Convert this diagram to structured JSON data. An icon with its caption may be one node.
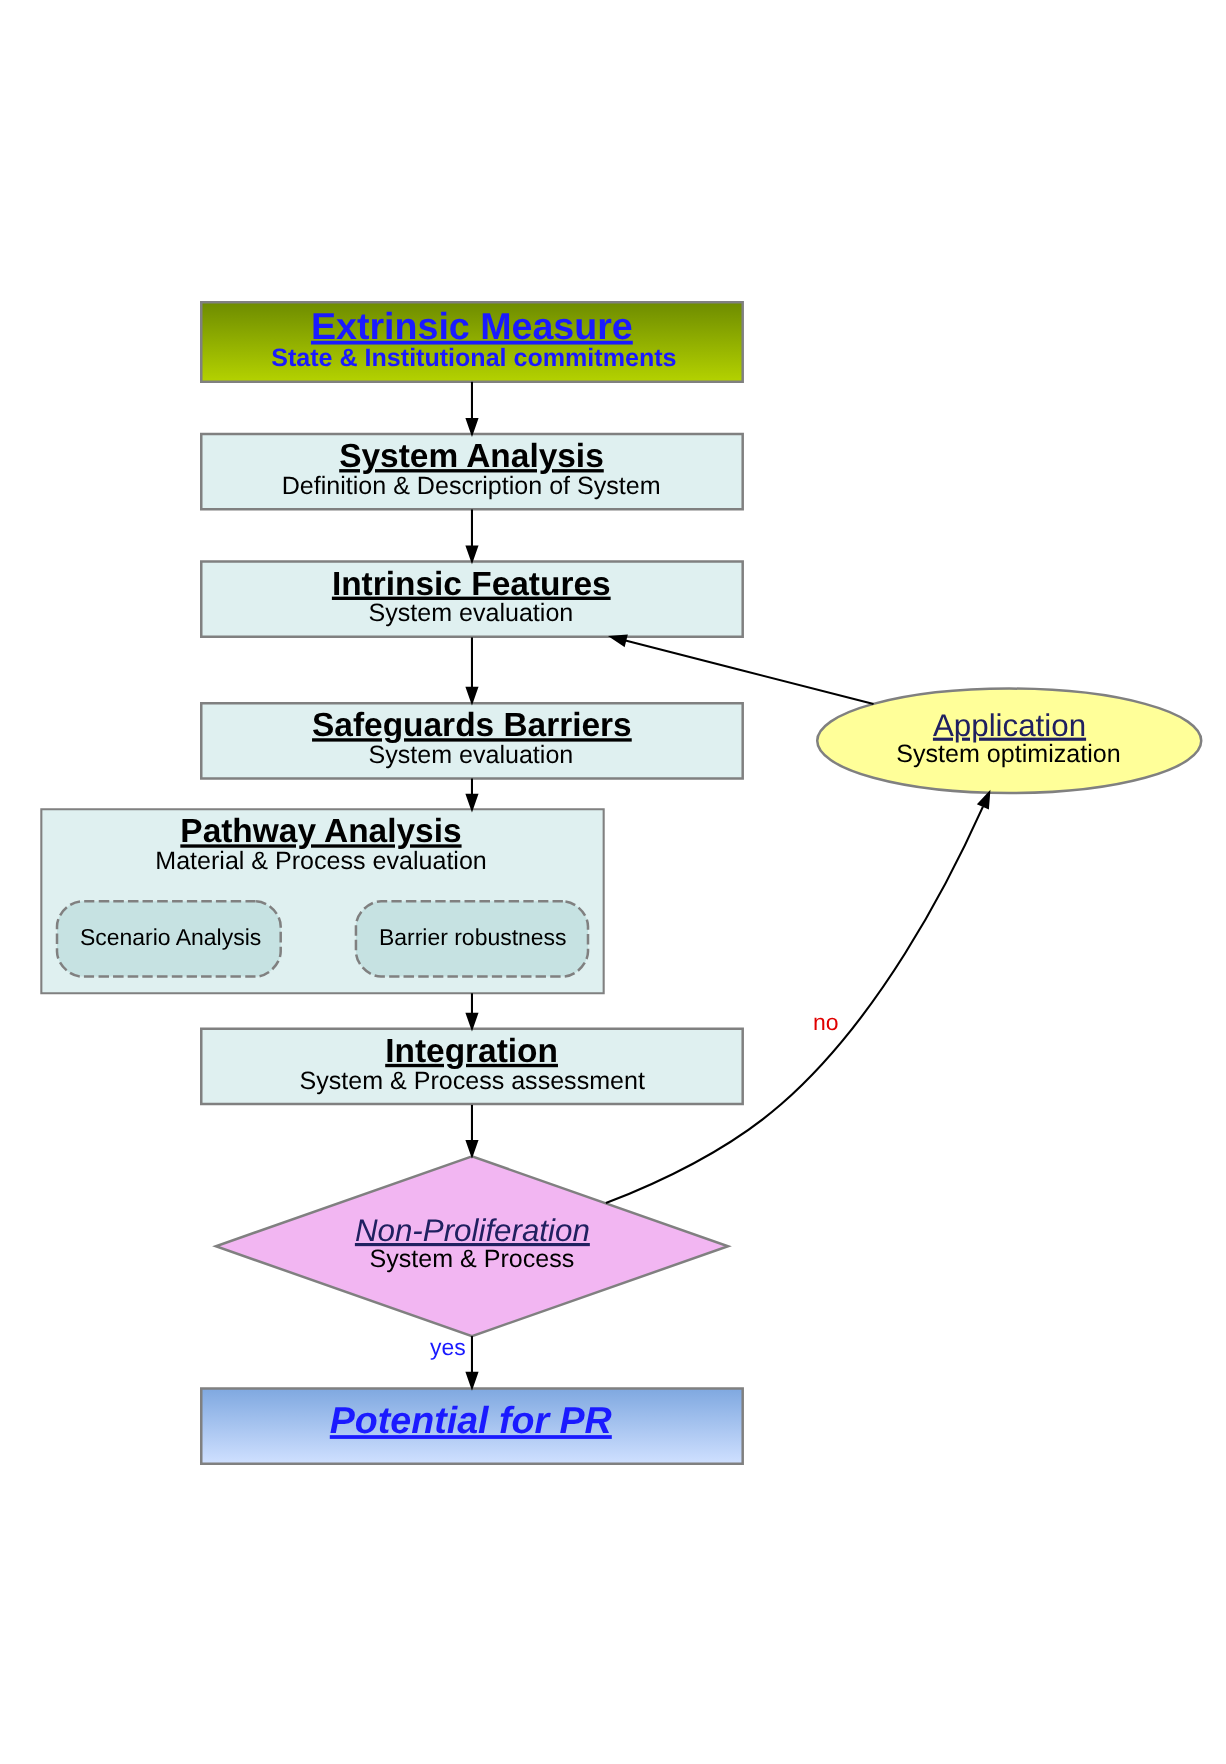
{
  "diagram": {
    "nodes": [
      {
        "text": [
          "Extrinsic Measure",
          "State & Institutional commitments"
        ]
      },
      {
        "text": [
          "System Analysis",
          "Definition & Description of System"
        ]
      },
      {
        "text": [
          "Intrinsic Features",
          "System evaluation"
        ]
      },
      {
        "text": [
          "Safeguards Barriers",
          "System evaluation"
        ]
      },
      {
        "text": [
          "Pathway Analysis",
          "Material & Process evaluation"
        ]
      },
      {
        "text": [
          "Barrier robustness"
        ],
        "in": 4
      },
      {
        "text": [
          "Scenario Analysis"
        ],
        "in": 4
      },
      {
        "text": [
          "Integration",
          "System & Process assessment"
        ]
      },
      {
        "text": [
          "Non-Proliferation",
          "System & Process"
        ]
      },
      {
        "text": [
          "Potential for PR"
        ]
      },
      {
        "text": [
          "Application",
          "System optimization"
        ]
      }
    ],
    "edges": [
      {
        "from": 0,
        "to": 1,
        "arrow": "to"
      },
      {
        "from": 1,
        "to": 2,
        "arrow": "to"
      },
      {
        "from": 2,
        "to": 3,
        "arrow": "to"
      },
      {
        "from": 3,
        "to": 4,
        "arrow": "to"
      },
      {
        "from": 4,
        "to": 7,
        "arrow": "to"
      },
      {
        "from": 7,
        "to": 8,
        "arrow": "to"
      },
      {
        "from": 8,
        "to": 9,
        "label": "yes",
        "arrow": "to"
      },
      {
        "from": 8,
        "to": 10,
        "label": "no",
        "arrow": "to"
      },
      {
        "from": 10,
        "to": 2,
        "arrow": "to"
      }
    ]
  }
}
